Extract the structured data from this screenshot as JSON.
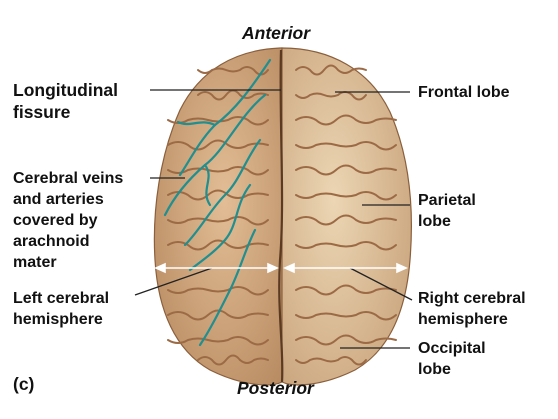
{
  "orientation": {
    "top": "Anterior",
    "bottom": "Posterior"
  },
  "panel_letter": "(c)",
  "labels_left": {
    "longitudinal_fissure": [
      "Longitudinal",
      "fissure"
    ],
    "cerebral_veins": [
      "Cerebral veins",
      "and arteries",
      "covered by",
      "arachnoid",
      "mater"
    ],
    "left_hemisphere": [
      "Left cerebral",
      "hemisphere"
    ]
  },
  "labels_right": {
    "frontal_lobe": [
      "Frontal lobe"
    ],
    "parietal_lobe": [
      "Parietal",
      "lobe"
    ],
    "right_hemisphere": [
      "Right cerebral",
      "hemisphere"
    ],
    "occipital_lobe": [
      "Occipital",
      "lobe"
    ]
  },
  "colors": {
    "brain_left": "#d7b08a",
    "brain_right": "#e3c9a4",
    "vessel": "#1f8f8f",
    "sulcus": "#a8764f",
    "leader": "#222222"
  }
}
